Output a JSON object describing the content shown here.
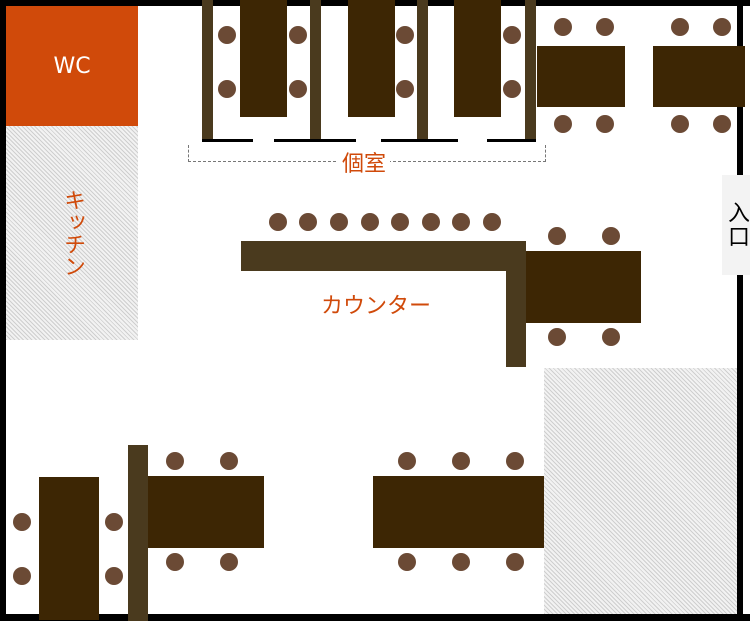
{
  "rooms": {
    "wc": "WC",
    "kitchen": "キッチン",
    "private_rooms": "個室",
    "counter": "カウンター",
    "entrance": "入口"
  },
  "colors": {
    "wc": "#d04a0a",
    "table": "#3d2604",
    "partition": "#4a3a1e",
    "chair": "#6b4a35",
    "label": "#d04a0a"
  }
}
